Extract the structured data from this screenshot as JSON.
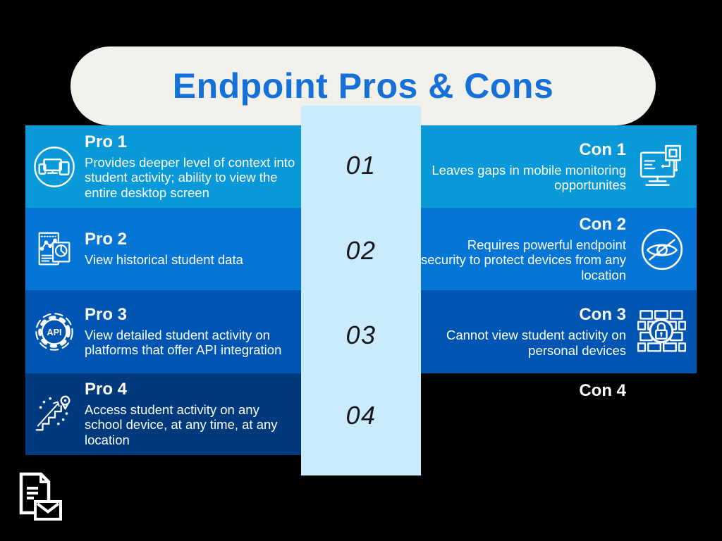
{
  "palette": {
    "background": "#000000",
    "banner_bg": "#f2f0ea",
    "title_color": "#1571d8",
    "row_colors": [
      "#0999d8",
      "#0676d6",
      "#0055b3",
      "#003a7c"
    ],
    "column_bg": "#c9ebfc",
    "number_color": "#15171c",
    "text_color": "#ffffff"
  },
  "title": {
    "text": "Endpoint Pros & Cons"
  },
  "column": {
    "numbers": [
      "01",
      "02",
      "03",
      "04"
    ]
  },
  "pros": [
    {
      "label": "Pro 1",
      "body": "Provides deeper level of context into student activity; ability to view the entire desktop screen",
      "icon": "devices-circle-icon"
    },
    {
      "label": "Pro 2",
      "body": "View historical student data",
      "icon": "analytics-document-icon"
    },
    {
      "label": "Pro 3",
      "body": "View detailed student activity on platforms that offer API integration",
      "icon": "api-gear-icon"
    },
    {
      "label": "Pro 4",
      "body": "Access student activity on any school device, at any time, at any location",
      "icon": "stairs-location-icon"
    }
  ],
  "cons": [
    {
      "label": "Con 1",
      "body": "Leaves gaps in mobile monitoring opportunites",
      "icon": "monitor-circuit-icon"
    },
    {
      "label": "Con 2",
      "body": "Requires powerful endpoint security to protect devices from any location",
      "icon": "hidden-eye-icon"
    },
    {
      "label": "Con 3",
      "body": "Cannot view student activity on personal devices",
      "icon": "firewall-lock-icon"
    },
    {
      "label": "Con 4",
      "body": "",
      "icon": ""
    }
  ],
  "footer": {
    "icon": "document-mail-icon"
  }
}
